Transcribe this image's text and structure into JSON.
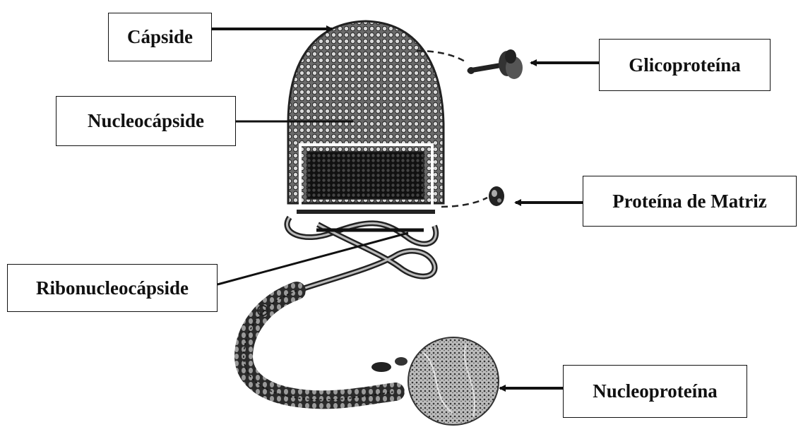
{
  "labels": {
    "capside": "Cápside",
    "nucleocapside": "Nucleocápside",
    "glicoproteina": "Glicoproteína",
    "proteina_matriz": "Proteína de Matriz",
    "ribonucleocapside": "Ribonucleocápside",
    "nucleoproteina": "Nucleoproteína"
  },
  "colors": {
    "ink": "#111111",
    "dots": "#1a1a1a",
    "background": "#ffffff"
  }
}
